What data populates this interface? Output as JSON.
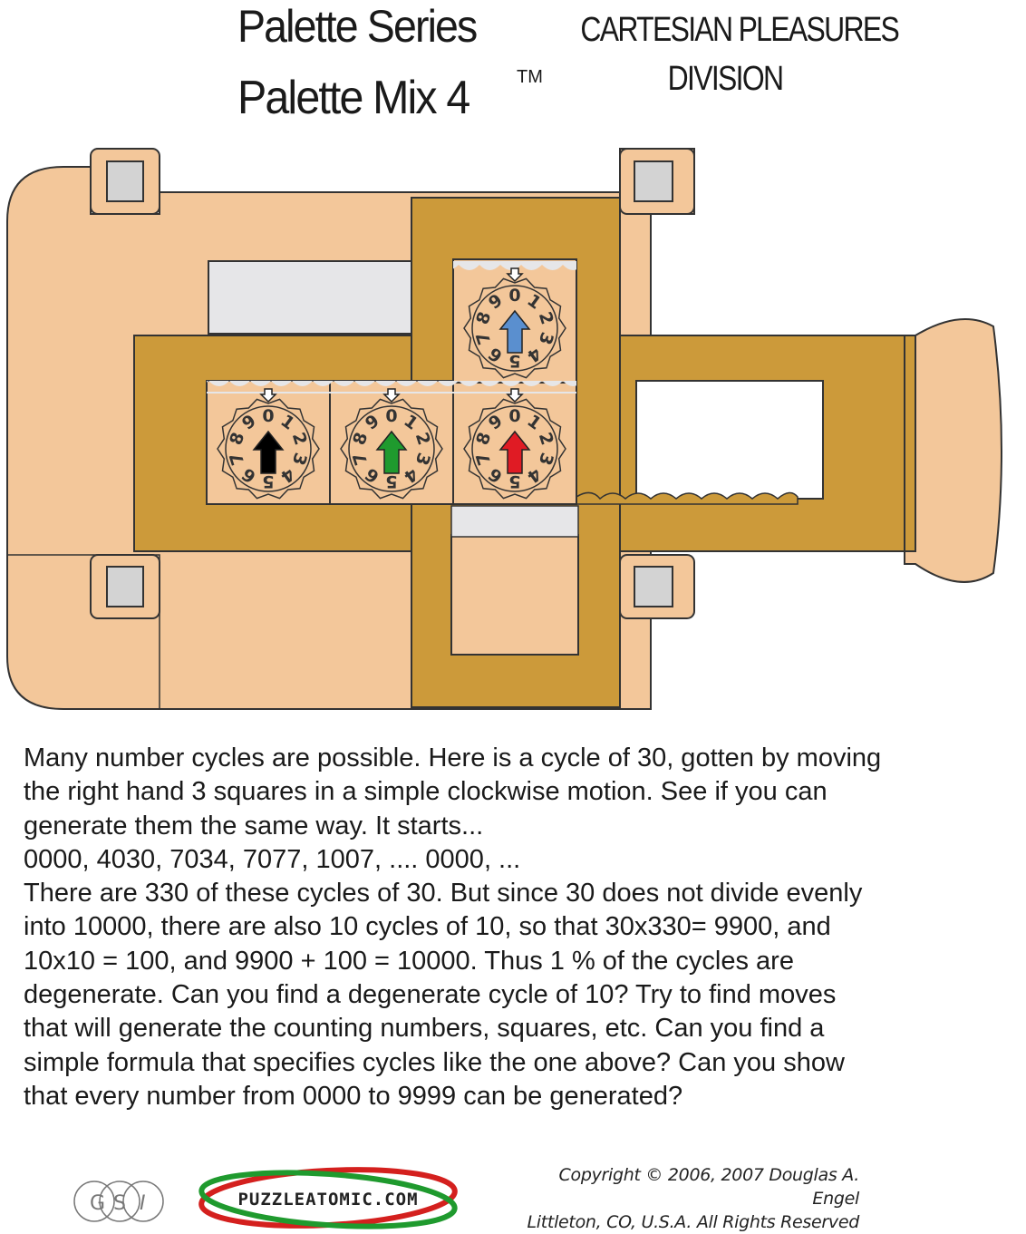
{
  "header": {
    "series": "Palette Series",
    "product": "Palette Mix 4",
    "trademark": "TM",
    "division_line1": "CARTESIAN PLEASURES",
    "division_line2": "DIVISION"
  },
  "puzzle": {
    "dials": [
      {
        "id": "dial-black",
        "arrow_color": "#000000",
        "digits": [
          "0",
          "1",
          "2",
          "3",
          "4",
          "5",
          "6",
          "7",
          "8",
          "9"
        ]
      },
      {
        "id": "dial-green",
        "arrow_color": "#1f9a2e",
        "digits": [
          "0",
          "1",
          "2",
          "3",
          "4",
          "5",
          "6",
          "7",
          "8",
          "9"
        ]
      },
      {
        "id": "dial-red",
        "arrow_color": "#e01b24",
        "digits": [
          "0",
          "1",
          "2",
          "3",
          "4",
          "5",
          "6",
          "7",
          "8",
          "9"
        ]
      },
      {
        "id": "dial-blue",
        "arrow_color": "#5a8fcf",
        "digits": [
          "0",
          "1",
          "2",
          "3",
          "4",
          "5",
          "6",
          "7",
          "8",
          "9"
        ]
      }
    ],
    "colors": {
      "frame": "#f3c79a",
      "slider": "#cc9a3a",
      "window": "#e6e6e8",
      "outline": "#333333"
    }
  },
  "description": {
    "lines": [
      "Many number cycles are possible.  Here is a cycle of 30, gotten by moving",
      "the right hand 3 squares in a simple clockwise motion.  See if you can",
      "generate them the same way.  It starts...",
      "0000, 4030, 7034, 7077, 1007, .... 0000, ...",
      "There are 330 of these cycles of 30.  But since 30 does not divide evenly",
      "into 10000,  there are also 10 cycles of 10,  so that 30x330= 9900,  and",
      "10x10 = 100, and 9900 + 100 = 10000.  Thus 1 % of the cycles are",
      "degenerate.  Can you find a degenerate cycle of 10? Try to find moves",
      "that will generate the counting numbers,  squares, etc.  Can you find a",
      "simple formula that specifies cycles like the one above?  Can you show",
      "that every number from 0000 to 9999 can be generated?"
    ]
  },
  "footer": {
    "gsi_letters": [
      "G",
      "S",
      "I"
    ],
    "logo_text": "PUZZLEATOMIC.COM",
    "copyright_line1": "Copyright © 2006, 2007 Douglas A. Engel",
    "copyright_line2": "Littleton, CO, U.S.A.   All Rights Reserved"
  }
}
